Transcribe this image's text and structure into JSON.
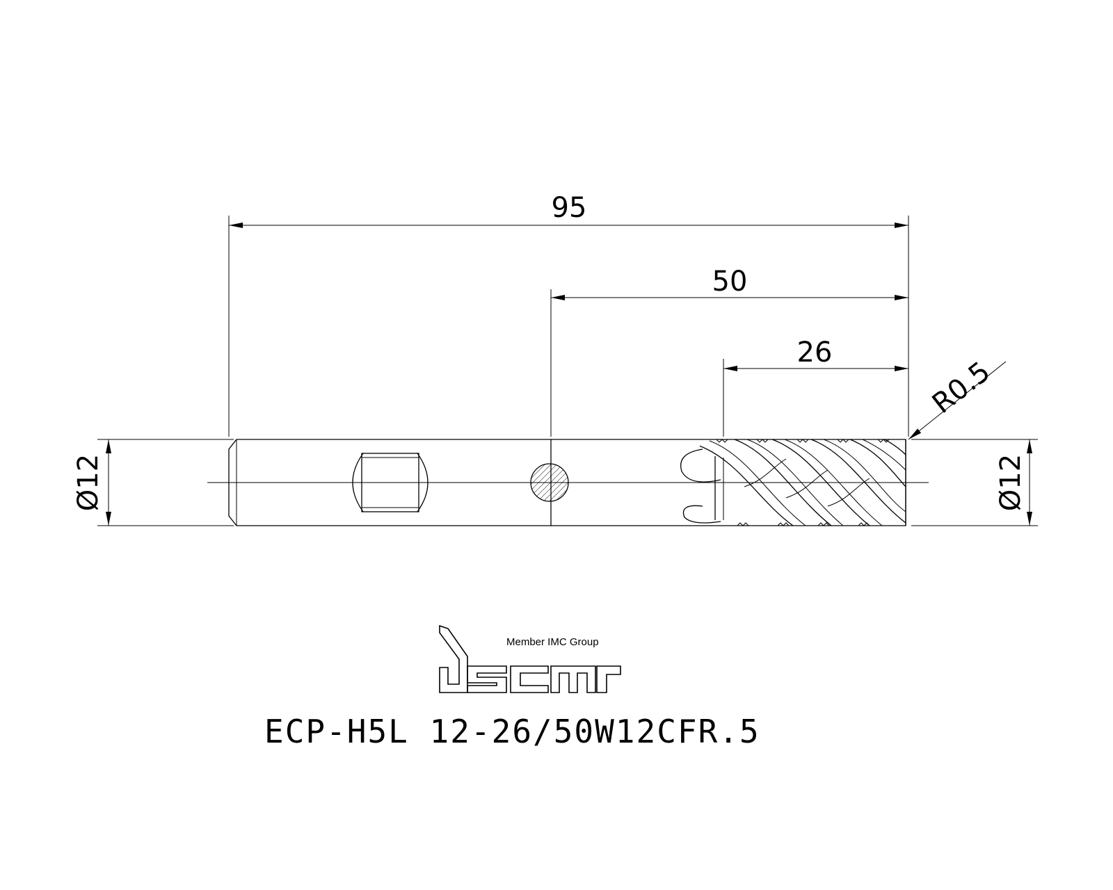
{
  "dimensions": {
    "overall_length": "95",
    "reach_length": "50",
    "cut_length": "26",
    "corner_radius": "R0.5",
    "shank_diameter": "Ø12",
    "cutter_diameter": "Ø12"
  },
  "logo": {
    "brand": "iscar",
    "tagline": "Member IMC Group"
  },
  "part_number": "ECP-H5L 12-26/50W12CFR.5",
  "colors": {
    "ink": "#000000",
    "paper": "#ffffff"
  }
}
